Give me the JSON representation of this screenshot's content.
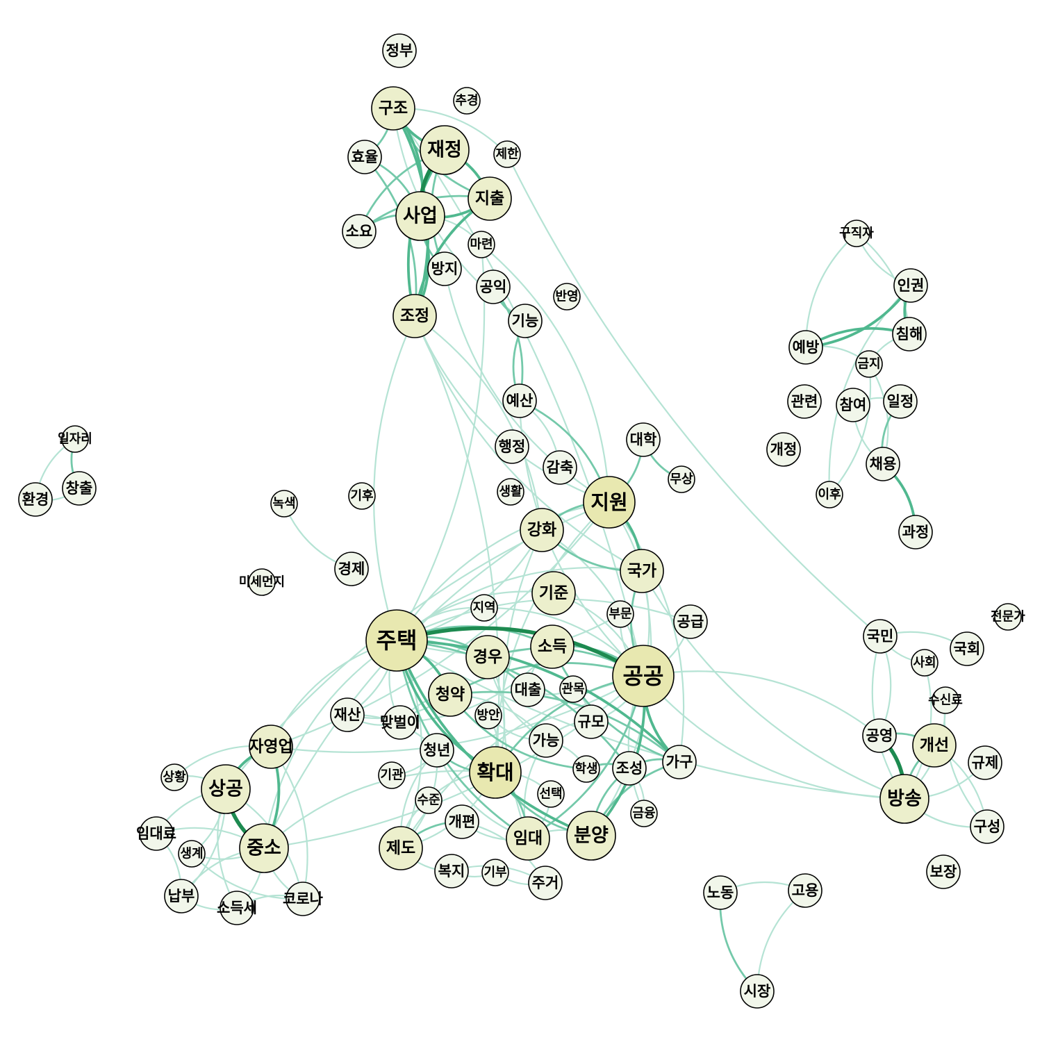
{
  "colors": {
    "edge_weak": "#b5e3d4",
    "edge_mid": "#74c9aa",
    "edge_strong": "#50b88f",
    "edge_max": "#1d8a50",
    "node_big": "#e8e8b0",
    "node_mid": "#ecefcc",
    "node_small": "#f1f6ea"
  },
  "nodes": [
    {
      "id": "정부",
      "label": "정부",
      "size": 2
    },
    {
      "id": "구조",
      "label": "구조",
      "size": 3
    },
    {
      "id": "추경",
      "label": "추경",
      "size": 1
    },
    {
      "id": "재정",
      "label": "재정",
      "size": 4
    },
    {
      "id": "효율",
      "label": "효율",
      "size": 2
    },
    {
      "id": "제한",
      "label": "제한",
      "size": 1
    },
    {
      "id": "지출",
      "label": "지출",
      "size": 3
    },
    {
      "id": "사업",
      "label": "사업",
      "size": 4
    },
    {
      "id": "소요",
      "label": "소요",
      "size": 2
    },
    {
      "id": "마련",
      "label": "마련",
      "size": 1
    },
    {
      "id": "방지",
      "label": "방지",
      "size": 2
    },
    {
      "id": "공익",
      "label": "공익",
      "size": 2
    },
    {
      "id": "반영",
      "label": "반영",
      "size": 1
    },
    {
      "id": "조정",
      "label": "조정",
      "size": 3
    },
    {
      "id": "기능",
      "label": "기능",
      "size": 2
    },
    {
      "id": "예산",
      "label": "예산",
      "size": 2
    },
    {
      "id": "행정",
      "label": "행정",
      "size": 2
    },
    {
      "id": "감축",
      "label": "감축",
      "size": 2
    },
    {
      "id": "생활",
      "label": "생활",
      "size": 1
    },
    {
      "id": "대학",
      "label": "대학",
      "size": 2
    },
    {
      "id": "무상",
      "label": "무상",
      "size": 1
    },
    {
      "id": "지원",
      "label": "지원",
      "size": 5
    },
    {
      "id": "강화",
      "label": "강화",
      "size": 3
    },
    {
      "id": "국가",
      "label": "국가",
      "size": 3
    },
    {
      "id": "구직자",
      "label": "구직자",
      "size": 1
    },
    {
      "id": "인권",
      "label": "인권",
      "size": 2
    },
    {
      "id": "침해",
      "label": "침해",
      "size": 2
    },
    {
      "id": "예방",
      "label": "예방",
      "size": 2
    },
    {
      "id": "금지",
      "label": "금지",
      "size": 1
    },
    {
      "id": "관련",
      "label": "관련",
      "size": 2
    },
    {
      "id": "참여",
      "label": "참여",
      "size": 2
    },
    {
      "id": "일정",
      "label": "일정",
      "size": 2
    },
    {
      "id": "개정",
      "label": "개정",
      "size": 2
    },
    {
      "id": "채용",
      "label": "채용",
      "size": 2
    },
    {
      "id": "이후",
      "label": "이후",
      "size": 1
    },
    {
      "id": "과정",
      "label": "과정",
      "size": 2
    },
    {
      "id": "일자리",
      "label": "일자리",
      "size": 1
    },
    {
      "id": "창출",
      "label": "창출",
      "size": 2
    },
    {
      "id": "환경",
      "label": "환경",
      "size": 2
    },
    {
      "id": "녹색",
      "label": "녹색",
      "size": 1
    },
    {
      "id": "기후",
      "label": "기후",
      "size": 1
    },
    {
      "id": "경제",
      "label": "경제",
      "size": 2
    },
    {
      "id": "미세먼지",
      "label": "미세먼지",
      "size": 1
    },
    {
      "id": "기준",
      "label": "기준",
      "size": 3
    },
    {
      "id": "지역",
      "label": "지역",
      "size": 1
    },
    {
      "id": "부문",
      "label": "부문",
      "size": 1
    },
    {
      "id": "공급",
      "label": "공급",
      "size": 2
    },
    {
      "id": "주택",
      "label": "주택",
      "size": 6
    },
    {
      "id": "소득",
      "label": "소득",
      "size": 3
    },
    {
      "id": "경우",
      "label": "경우",
      "size": 3
    },
    {
      "id": "공공",
      "label": "공공",
      "size": 6
    },
    {
      "id": "청약",
      "label": "청약",
      "size": 3
    },
    {
      "id": "대출",
      "label": "대출",
      "size": 2
    },
    {
      "id": "관목",
      "label": "관목",
      "size": 1
    },
    {
      "id": "재산",
      "label": "재산",
      "size": 2
    },
    {
      "id": "맞벌이",
      "label": "맞벌이",
      "size": 2
    },
    {
      "id": "방안",
      "label": "방안",
      "size": 1
    },
    {
      "id": "규모",
      "label": "규모",
      "size": 2
    },
    {
      "id": "가능",
      "label": "가능",
      "size": 2
    },
    {
      "id": "청년",
      "label": "청년",
      "size": 2
    },
    {
      "id": "확대",
      "label": "확대",
      "size": 5
    },
    {
      "id": "기관",
      "label": "기관",
      "size": 1
    },
    {
      "id": "학생",
      "label": "학생",
      "size": 1
    },
    {
      "id": "조성",
      "label": "조성",
      "size": 2
    },
    {
      "id": "가구",
      "label": "가구",
      "size": 2
    },
    {
      "id": "선택",
      "label": "선택",
      "size": 1
    },
    {
      "id": "수준",
      "label": "수준",
      "size": 1
    },
    {
      "id": "금융",
      "label": "금융",
      "size": 1
    },
    {
      "id": "개편",
      "label": "개편",
      "size": 2
    },
    {
      "id": "임대",
      "label": "임대",
      "size": 3
    },
    {
      "id": "분양",
      "label": "분양",
      "size": 4
    },
    {
      "id": "제도",
      "label": "제도",
      "size": 3
    },
    {
      "id": "복지",
      "label": "복지",
      "size": 2
    },
    {
      "id": "기부",
      "label": "기부",
      "size": 1
    },
    {
      "id": "주거",
      "label": "주거",
      "size": 2
    },
    {
      "id": "자영업",
      "label": "자영업",
      "size": 3
    },
    {
      "id": "상황",
      "label": "상황",
      "size": 1
    },
    {
      "id": "상공",
      "label": "상공",
      "size": 4
    },
    {
      "id": "임대료",
      "label": "임대료",
      "size": 2
    },
    {
      "id": "생계",
      "label": "생계",
      "size": 1
    },
    {
      "id": "중소",
      "label": "중소",
      "size": 4
    },
    {
      "id": "납부",
      "label": "납부",
      "size": 2
    },
    {
      "id": "소득세",
      "label": "소득세",
      "size": 2
    },
    {
      "id": "코로나",
      "label": "코로나",
      "size": 2
    },
    {
      "id": "전문가",
      "label": "전문가",
      "size": 1
    },
    {
      "id": "국민",
      "label": "국민",
      "size": 2
    },
    {
      "id": "국회",
      "label": "국회",
      "size": 2
    },
    {
      "id": "사회",
      "label": "사회",
      "size": 1
    },
    {
      "id": "수신료",
      "label": "수신료",
      "size": 1
    },
    {
      "id": "공영",
      "label": "공영",
      "size": 2
    },
    {
      "id": "개선",
      "label": "개선",
      "size": 3
    },
    {
      "id": "규제",
      "label": "규제",
      "size": 2
    },
    {
      "id": "방송",
      "label": "방송",
      "size": 4
    },
    {
      "id": "구성",
      "label": "구성",
      "size": 2
    },
    {
      "id": "보장",
      "label": "보장",
      "size": 2
    },
    {
      "id": "노동",
      "label": "노동",
      "size": 2
    },
    {
      "id": "고용",
      "label": "고용",
      "size": 2
    },
    {
      "id": "시장",
      "label": "시장",
      "size": 2
    }
  ],
  "edges": [
    [
      "재정",
      "사업",
      4
    ],
    [
      "구조",
      "사업",
      3
    ],
    [
      "구조",
      "재정",
      3
    ],
    [
      "재정",
      "지출",
      3
    ],
    [
      "사업",
      "지출",
      3
    ],
    [
      "사업",
      "조정",
      3
    ],
    [
      "재정",
      "조정",
      3
    ],
    [
      "구조",
      "조정",
      3
    ],
    [
      "효율",
      "조정",
      2
    ],
    [
      "사업",
      "방지",
      2
    ],
    [
      "지출",
      "조정",
      3
    ],
    [
      "소요",
      "지출",
      2
    ],
    [
      "사업",
      "소요",
      2
    ],
    [
      "구조",
      "효율",
      2
    ],
    [
      "재정",
      "방지",
      2
    ],
    [
      "효율",
      "사업",
      2
    ],
    [
      "구조",
      "지출",
      2
    ],
    [
      "마련",
      "사업",
      1
    ],
    [
      "소요",
      "재정",
      2
    ],
    [
      "구조",
      "제한",
      1
    ],
    [
      "제한",
      "국민",
      1
    ],
    [
      "조정",
      "강화",
      1
    ],
    [
      "조정",
      "지원",
      1
    ],
    [
      "마련",
      "지원",
      1
    ],
    [
      "구조",
      "기능",
      1
    ],
    [
      "공익",
      "기능",
      2
    ],
    [
      "공익",
      "예산",
      2
    ],
    [
      "기능",
      "예산",
      2
    ],
    [
      "예산",
      "지원",
      2
    ],
    [
      "예산",
      "감축",
      1
    ],
    [
      "대학",
      "무상",
      2
    ],
    [
      "대학",
      "지원",
      2
    ],
    [
      "지원",
      "국가",
      3
    ],
    [
      "지원",
      "강화",
      2
    ],
    [
      "국가",
      "강화",
      2
    ],
    [
      "지원",
      "주택",
      1
    ],
    [
      "지원",
      "공공",
      1
    ],
    [
      "지원",
      "확대",
      1
    ],
    [
      "지원",
      "자영업",
      1
    ],
    [
      "지원",
      "상공",
      1
    ],
    [
      "강화",
      "주택",
      1
    ],
    [
      "강화",
      "중소",
      1
    ],
    [
      "강화",
      "공공",
      1
    ],
    [
      "국가",
      "공공",
      2
    ],
    [
      "국가",
      "주택",
      1
    ],
    [
      "국가",
      "조정",
      1
    ],
    [
      "국가",
      "방송",
      1
    ],
    [
      "지원",
      "가구",
      1
    ],
    [
      "강화",
      "임대",
      1
    ],
    [
      "국가",
      "분양",
      1
    ],
    [
      "예방",
      "인권",
      3
    ],
    [
      "예방",
      "침해",
      3
    ],
    [
      "인권",
      "침해",
      3
    ],
    [
      "구직자",
      "인권",
      1
    ],
    [
      "구직자",
      "침해",
      1
    ],
    [
      "구직자",
      "예방",
      1
    ],
    [
      "예방",
      "금지",
      1
    ],
    [
      "침해",
      "금지",
      1
    ],
    [
      "채용",
      "과정",
      3
    ],
    [
      "채용",
      "일정",
      2
    ],
    [
      "참여",
      "일정",
      1
    ],
    [
      "참여",
      "채용",
      1
    ],
    [
      "금지",
      "채용",
      1
    ],
    [
      "인권",
      "이후",
      1
    ],
    [
      "금지",
      "이후",
      1
    ],
    [
      "일자리",
      "창출",
      2
    ],
    [
      "환경",
      "창출",
      1
    ],
    [
      "환경",
      "일자리",
      1
    ],
    [
      "녹색",
      "경제",
      1
    ],
    [
      "주택",
      "공공",
      4
    ],
    [
      "주택",
      "확대",
      3
    ],
    [
      "주택",
      "청약",
      3
    ],
    [
      "주택",
      "분양",
      3
    ],
    [
      "공공",
      "분양",
      3
    ],
    [
      "공공",
      "가구",
      3
    ],
    [
      "주택",
      "가구",
      3
    ],
    [
      "주택",
      "조성",
      2
    ],
    [
      "공공",
      "확대",
      2
    ],
    [
      "공공",
      "임대",
      2
    ],
    [
      "주택",
      "임대",
      2
    ],
    [
      "주택",
      "소득",
      2
    ],
    [
      "공공",
      "소득",
      2
    ],
    [
      "주택",
      "경우",
      2
    ],
    [
      "공공",
      "경우",
      2
    ],
    [
      "주택",
      "대출",
      2
    ],
    [
      "공공",
      "청약",
      2
    ],
    [
      "주택",
      "기준",
      1
    ],
    [
      "공공",
      "기준",
      1
    ],
    [
      "주택",
      "지역",
      1
    ],
    [
      "공공",
      "지역",
      1
    ],
    [
      "주택",
      "공급",
      1
    ],
    [
      "공공",
      "공급",
      1
    ],
    [
      "공공",
      "부문",
      1
    ],
    [
      "주택",
      "부문",
      1
    ],
    [
      "확대",
      "임대",
      2
    ],
    [
      "확대",
      "분양",
      2
    ],
    [
      "확대",
      "청년",
      2
    ],
    [
      "확대",
      "제도",
      1
    ],
    [
      "확대",
      "수준",
      1
    ],
    [
      "청약",
      "학생",
      2
    ],
    [
      "청약",
      "가구",
      2
    ],
    [
      "청약",
      "가능",
      1
    ],
    [
      "청약",
      "맞벌이",
      1
    ],
    [
      "청약",
      "재산",
      1
    ],
    [
      "소득",
      "가구",
      2
    ],
    [
      "소득",
      "대출",
      1
    ],
    [
      "소득",
      "맞벌이",
      1
    ],
    [
      "경우",
      "가능",
      1
    ],
    [
      "경우",
      "확대",
      1
    ],
    [
      "대출",
      "관목",
      1
    ],
    [
      "관목",
      "규모",
      1
    ],
    [
      "규모",
      "가능",
      1
    ],
    [
      "가능",
      "학생",
      1
    ],
    [
      "가능",
      "임대",
      1
    ],
    [
      "학생",
      "조성",
      2
    ],
    [
      "조성",
      "분양",
      2
    ],
    [
      "조성",
      "가구",
      2
    ],
    [
      "가구",
      "분양",
      2
    ],
    [
      "임대",
      "분양",
      1
    ],
    [
      "청년",
      "임대",
      1
    ],
    [
      "청년",
      "제도",
      1
    ],
    [
      "재산",
      "맞벌이",
      1
    ],
    [
      "재산",
      "청년",
      1
    ],
    [
      "방안",
      "가능",
      1
    ],
    [
      "방안",
      "확대",
      1
    ],
    [
      "선택",
      "확대",
      1
    ],
    [
      "선택",
      "임대",
      1
    ],
    [
      "금융",
      "조성",
      1
    ],
    [
      "금융",
      "공공",
      1
    ],
    [
      "제도",
      "개편",
      2
    ],
    [
      "제도",
      "복지",
      1
    ],
    [
      "제도",
      "수준",
      1
    ],
    [
      "복지",
      "기부",
      1
    ],
    [
      "복지",
      "주거",
      1
    ],
    [
      "기부",
      "주거",
      1
    ],
    [
      "개편",
      "주거",
      1
    ],
    [
      "개편",
      "임대",
      1
    ],
    [
      "제도",
      "청년",
      1
    ],
    [
      "기관",
      "청년",
      1
    ],
    [
      "주택",
      "제도",
      1
    ],
    [
      "공공",
      "제도",
      1
    ],
    [
      "주택",
      "재산",
      1
    ],
    [
      "주택",
      "맞벌이",
      1
    ],
    [
      "공공",
      "규모",
      1
    ],
    [
      "자영업",
      "상공",
      3
    ],
    [
      "자영업",
      "중소",
      3
    ],
    [
      "상공",
      "중소",
      4
    ],
    [
      "상공",
      "임대료",
      1
    ],
    [
      "상공",
      "생계",
      1
    ],
    [
      "상공",
      "상황",
      1
    ],
    [
      "상공",
      "납부",
      1
    ],
    [
      "상공",
      "소득세",
      1
    ],
    [
      "상공",
      "코로나",
      1
    ],
    [
      "중소",
      "임대료",
      1
    ],
    [
      "중소",
      "생계",
      1
    ],
    [
      "중소",
      "납부",
      1
    ],
    [
      "중소",
      "소득세",
      1
    ],
    [
      "중소",
      "코로나",
      1
    ],
    [
      "자영업",
      "코로나",
      1
    ],
    [
      "자영업",
      "상황",
      1
    ],
    [
      "임대료",
      "납부",
      1
    ],
    [
      "납부",
      "소득세",
      1
    ],
    [
      "소득세",
      "코로나",
      1
    ],
    [
      "생계",
      "코로나",
      1
    ],
    [
      "자영업",
      "주택",
      1
    ],
    [
      "자영업",
      "공공",
      1
    ],
    [
      "중소",
      "주택",
      1
    ],
    [
      "중소",
      "공공",
      1
    ],
    [
      "중소",
      "확대",
      1
    ],
    [
      "공영",
      "방송",
      4
    ],
    [
      "개선",
      "방송",
      2
    ],
    [
      "공영",
      "개선",
      2
    ],
    [
      "방송",
      "구성",
      1
    ],
    [
      "개선",
      "구성",
      1
    ],
    [
      "방송",
      "규제",
      1
    ],
    [
      "수신료",
      "방송",
      1
    ],
    [
      "수신료",
      "구성",
      1
    ],
    [
      "국민",
      "공영",
      1
    ],
    [
      "국민",
      "방송",
      1
    ],
    [
      "국민",
      "국회",
      1
    ],
    [
      "국민",
      "사회",
      1
    ],
    [
      "사회",
      "방송",
      1
    ],
    [
      "공공",
      "방송",
      1
    ],
    [
      "공공",
      "공영",
      1
    ],
    [
      "주택",
      "방송",
      1
    ],
    [
      "노동",
      "고용",
      1
    ],
    [
      "노동",
      "시장",
      2
    ],
    [
      "고용",
      "시장",
      1
    ],
    [
      "구조",
      "공공",
      1
    ],
    [
      "조정",
      "주택",
      1
    ],
    [
      "조정",
      "확대",
      1
    ],
    [
      "방지",
      "지원",
      1
    ],
    [
      "마련",
      "주택",
      1
    ],
    [
      "예산",
      "공공",
      1
    ]
  ]
}
